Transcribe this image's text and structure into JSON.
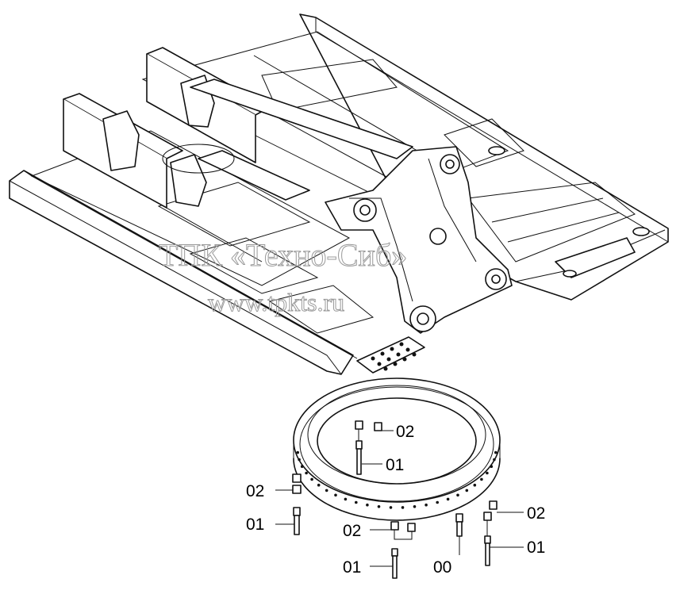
{
  "watermark": {
    "line1": "ТПК «Техно-Сиб»",
    "line2": "www.tpkts.ru"
  },
  "callouts": [
    {
      "id": "c1",
      "label": "02"
    },
    {
      "id": "c2",
      "label": "01"
    },
    {
      "id": "c3",
      "label": "02"
    },
    {
      "id": "c4",
      "label": "01"
    },
    {
      "id": "c5",
      "label": "02"
    },
    {
      "id": "c6",
      "label": "01"
    },
    {
      "id": "c7",
      "label": "00"
    },
    {
      "id": "c8",
      "label": "02"
    },
    {
      "id": "c9",
      "label": "01"
    }
  ]
}
